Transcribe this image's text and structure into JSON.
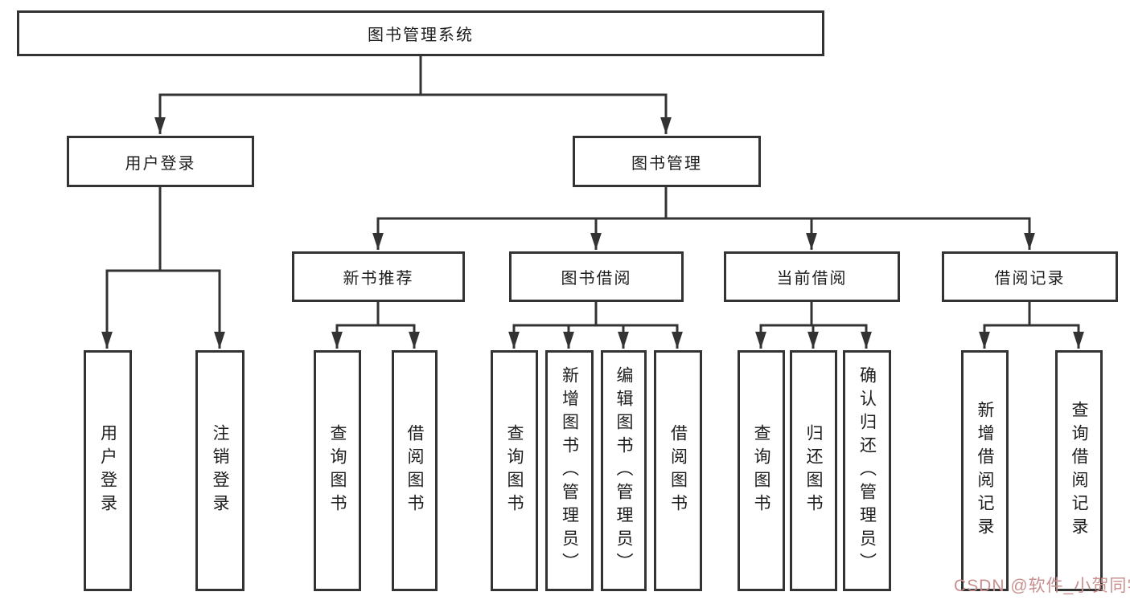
{
  "tree": {
    "root": {
      "label": "图书管理系统",
      "children": [
        {
          "label": "用户登录",
          "children": [
            {
              "label": "用户登录"
            },
            {
              "label": "注销登录"
            }
          ]
        },
        {
          "label": "图书管理",
          "children": [
            {
              "label": "新书推荐",
              "children": [
                {
                  "label": "查询图书"
                },
                {
                  "label": "借阅图书"
                }
              ]
            },
            {
              "label": "图书借阅",
              "children": [
                {
                  "label": "查询图书"
                },
                {
                  "label": "新增图书（管理员）"
                },
                {
                  "label": "编辑图书（管理员）"
                },
                {
                  "label": "借阅图书"
                }
              ]
            },
            {
              "label": "当前借阅",
              "children": [
                {
                  "label": "查询图书"
                },
                {
                  "label": "归还图书"
                },
                {
                  "label": "确认归还（管理员）"
                }
              ]
            },
            {
              "label": "借阅记录",
              "children": [
                {
                  "label": "新增借阅记录"
                },
                {
                  "label": "查询借阅记录"
                }
              ]
            }
          ]
        }
      ]
    }
  },
  "watermark": {
    "text": "CSDN @软件_小贺同学",
    "color": "#c98f8f"
  },
  "colors": {
    "line": "#333333",
    "box_border": "#333333",
    "text": "#1d1d1d",
    "background": "#ffffff"
  }
}
